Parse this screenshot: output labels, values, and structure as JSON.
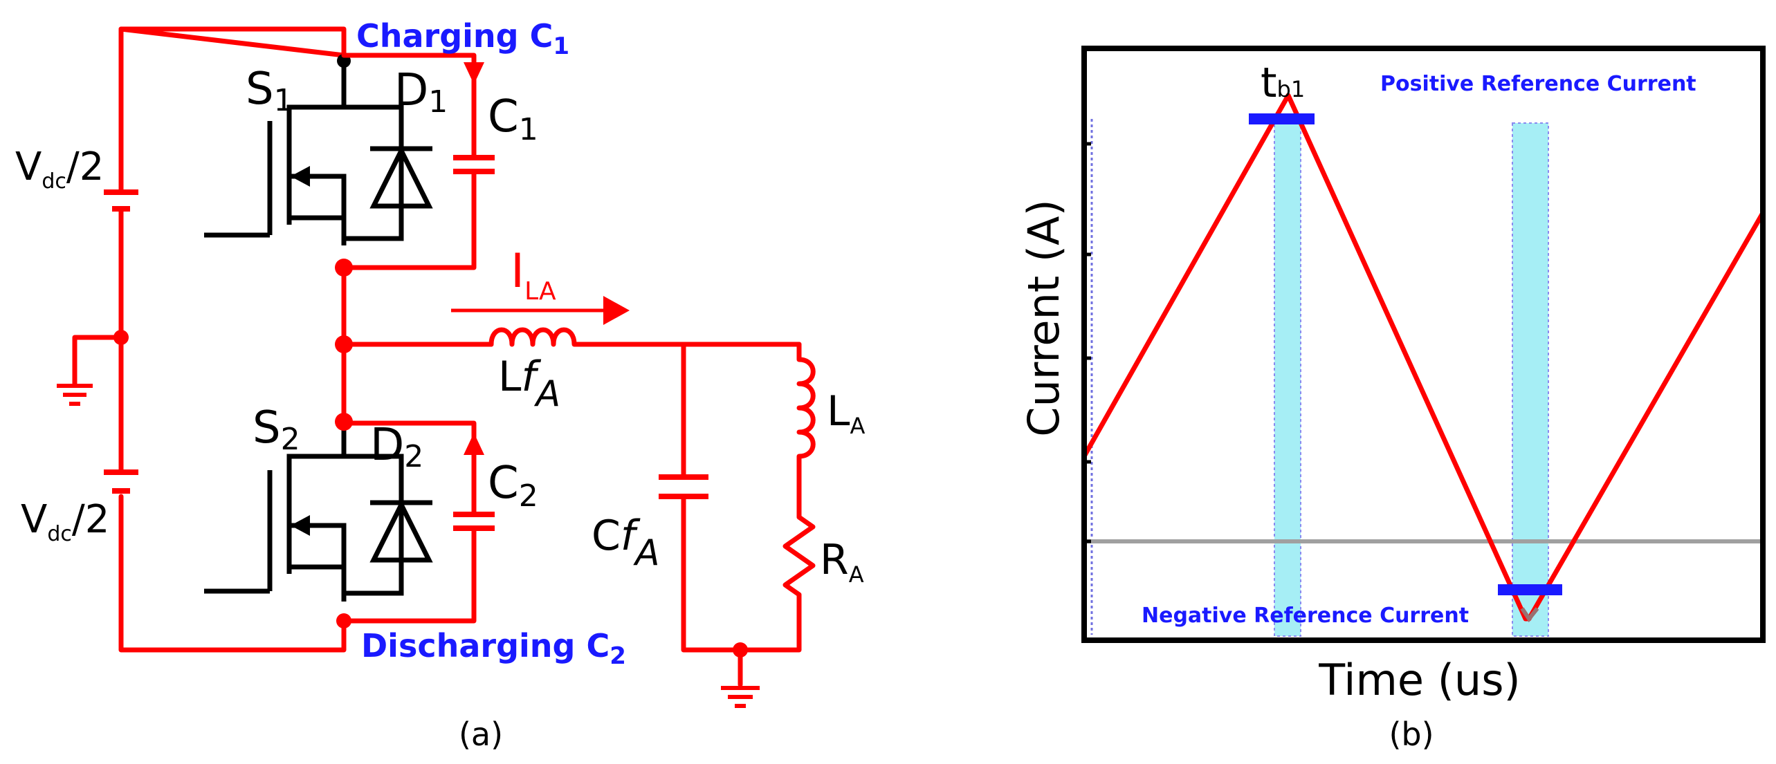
{
  "panel_a": {
    "caption": "(a)",
    "charging_label": "Charging C",
    "charging_sub": "1",
    "discharging_label": "Discharging C",
    "discharging_sub": "2",
    "vdc_top_main": "V",
    "vdc_top_sub": "dc",
    "vdc_top_rest": "/2",
    "vdc_bottom_main": "V",
    "vdc_bottom_sub": "dc",
    "vdc_bottom_rest": "/2",
    "s1_main": "S",
    "s1_sub": "1",
    "s2_main": "S",
    "s2_sub": "2",
    "d1_main": "D",
    "d1_sub": "1",
    "d2_main": "D",
    "d2_sub": "2",
    "c1_main": "C",
    "c1_sub": "1",
    "c2_main": "C",
    "c2_sub": "2",
    "ila_main": "I",
    "ila_sub": "LA",
    "lfa_main": "L",
    "lfa_f": "f",
    "lfa_sub": "A",
    "cfa_main": "C",
    "cfa_f": "f",
    "cfa_sub": "A",
    "la_main": "L",
    "la_sub": "A",
    "ra_main": "R",
    "ra_sub": "A"
  },
  "panel_b": {
    "caption": "(b)",
    "xlabel": "Time (us)",
    "ylabel": "Current (A)",
    "tb1_main": "t",
    "tb1_sub": "b1",
    "positive_ref_label": "Positive Reference Current",
    "negative_ref_label": "Negative Reference Current"
  },
  "colors": {
    "circuit_red": "#ff0000",
    "label_blue": "#1a1aff",
    "highlight_cyan": "#a6eef5",
    "reference_gray": "#a0a0a0",
    "ref_bar_blue": "#1a1aff"
  }
}
